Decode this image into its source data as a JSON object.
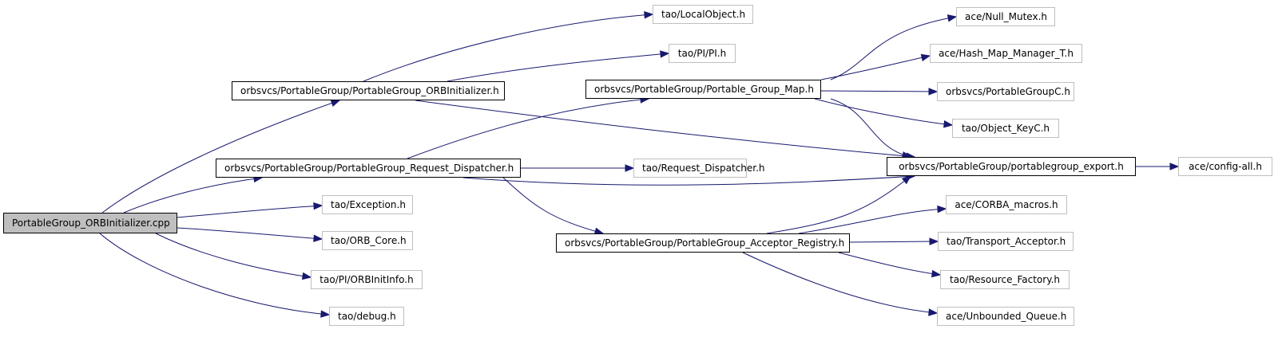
{
  "graph": {
    "root": "PortableGroup_ORBInitializer.cpp",
    "edge_color": "#191970",
    "border_color_internal": "#000000",
    "border_color_external": "#bfbfbf",
    "root_fill": "#bfbfbf",
    "nodes": [
      {
        "id": "root",
        "label": "PortableGroup_ORBInitializer.cpp",
        "kind": "root"
      },
      {
        "id": "orbinit_h",
        "label": "orbsvcs/PortableGroup/PortableGroup_ORBInitializer.h",
        "kind": "internal"
      },
      {
        "id": "req_disp_h",
        "label": "orbsvcs/PortableGroup/PortableGroup_Request_Dispatcher.h",
        "kind": "internal"
      },
      {
        "id": "exception_h",
        "label": "tao/Exception.h",
        "kind": "external"
      },
      {
        "id": "orb_core_h",
        "label": "tao/ORB_Core.h",
        "kind": "external"
      },
      {
        "id": "orbinitinfo_h",
        "label": "tao/PI/ORBInitInfo.h",
        "kind": "external"
      },
      {
        "id": "debug_h",
        "label": "tao/debug.h",
        "kind": "external"
      },
      {
        "id": "localobject_h",
        "label": "tao/LocalObject.h",
        "kind": "external"
      },
      {
        "id": "pi_h",
        "label": "tao/PI/PI.h",
        "kind": "external"
      },
      {
        "id": "group_map_h",
        "label": "orbsvcs/PortableGroup/Portable_Group_Map.h",
        "kind": "internal"
      },
      {
        "id": "tao_req_disp_h",
        "label": "tao/Request_Dispatcher.h",
        "kind": "external"
      },
      {
        "id": "acceptor_reg_h",
        "label": "orbsvcs/PortableGroup/PortableGroup_Acceptor_Registry.h",
        "kind": "internal"
      },
      {
        "id": "null_mutex_h",
        "label": "ace/Null_Mutex.h",
        "kind": "external"
      },
      {
        "id": "hash_map_h",
        "label": "ace/Hash_Map_Manager_T.h",
        "kind": "external"
      },
      {
        "id": "pgc_h",
        "label": "orbsvcs/PortableGroupC.h",
        "kind": "external"
      },
      {
        "id": "object_keyc_h",
        "label": "tao/Object_KeyC.h",
        "kind": "external"
      },
      {
        "id": "export_h",
        "label": "orbsvcs/PortableGroup/portablegroup_export.h",
        "kind": "internal"
      },
      {
        "id": "config_all_h",
        "label": "ace/config-all.h",
        "kind": "external"
      },
      {
        "id": "corba_macros_h",
        "label": "ace/CORBA_macros.h",
        "kind": "external"
      },
      {
        "id": "transport_acc_h",
        "label": "tao/Transport_Acceptor.h",
        "kind": "external"
      },
      {
        "id": "resource_factory_h",
        "label": "tao/Resource_Factory.h",
        "kind": "external"
      },
      {
        "id": "unbounded_queue_h",
        "label": "ace/Unbounded_Queue.h",
        "kind": "external"
      }
    ],
    "edges": [
      {
        "from": "root",
        "to": "orbinit_h"
      },
      {
        "from": "root",
        "to": "req_disp_h"
      },
      {
        "from": "root",
        "to": "exception_h"
      },
      {
        "from": "root",
        "to": "orb_core_h"
      },
      {
        "from": "root",
        "to": "orbinitinfo_h"
      },
      {
        "from": "root",
        "to": "debug_h"
      },
      {
        "from": "orbinit_h",
        "to": "localobject_h"
      },
      {
        "from": "orbinit_h",
        "to": "pi_h"
      },
      {
        "from": "orbinit_h",
        "to": "export_h"
      },
      {
        "from": "req_disp_h",
        "to": "group_map_h"
      },
      {
        "from": "req_disp_h",
        "to": "tao_req_disp_h"
      },
      {
        "from": "req_disp_h",
        "to": "export_h"
      },
      {
        "from": "req_disp_h",
        "to": "acceptor_reg_h"
      },
      {
        "from": "group_map_h",
        "to": "null_mutex_h"
      },
      {
        "from": "group_map_h",
        "to": "hash_map_h"
      },
      {
        "from": "group_map_h",
        "to": "pgc_h"
      },
      {
        "from": "group_map_h",
        "to": "object_keyc_h"
      },
      {
        "from": "group_map_h",
        "to": "export_h"
      },
      {
        "from": "export_h",
        "to": "config_all_h"
      },
      {
        "from": "acceptor_reg_h",
        "to": "export_h"
      },
      {
        "from": "acceptor_reg_h",
        "to": "corba_macros_h"
      },
      {
        "from": "acceptor_reg_h",
        "to": "transport_acc_h"
      },
      {
        "from": "acceptor_reg_h",
        "to": "resource_factory_h"
      },
      {
        "from": "acceptor_reg_h",
        "to": "unbounded_queue_h"
      }
    ]
  }
}
